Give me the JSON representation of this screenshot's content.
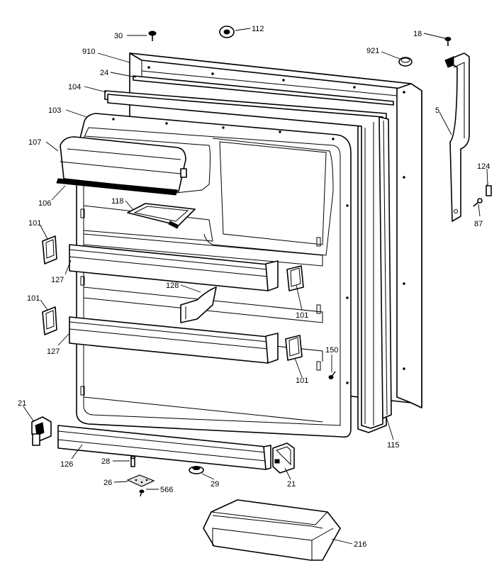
{
  "callouts": {
    "c30": "30",
    "c112": "112",
    "c18": "18",
    "c910": "910",
    "c921": "921",
    "c24": "24",
    "c104": "104",
    "c103": "103",
    "c5": "5",
    "c107": "107",
    "c124": "124",
    "c106": "106",
    "c118": "118",
    "c87": "87",
    "c101a": "101",
    "c127a": "127",
    "c128": "128",
    "c101b": "101",
    "c101c": "101",
    "c150": "150",
    "c127b": "127",
    "c101d": "101",
    "c21a": "21",
    "c115": "115",
    "c126": "126",
    "c28": "28",
    "c21b": "21",
    "c29": "29",
    "c26": "26",
    "c566": "566",
    "c216": "216"
  }
}
